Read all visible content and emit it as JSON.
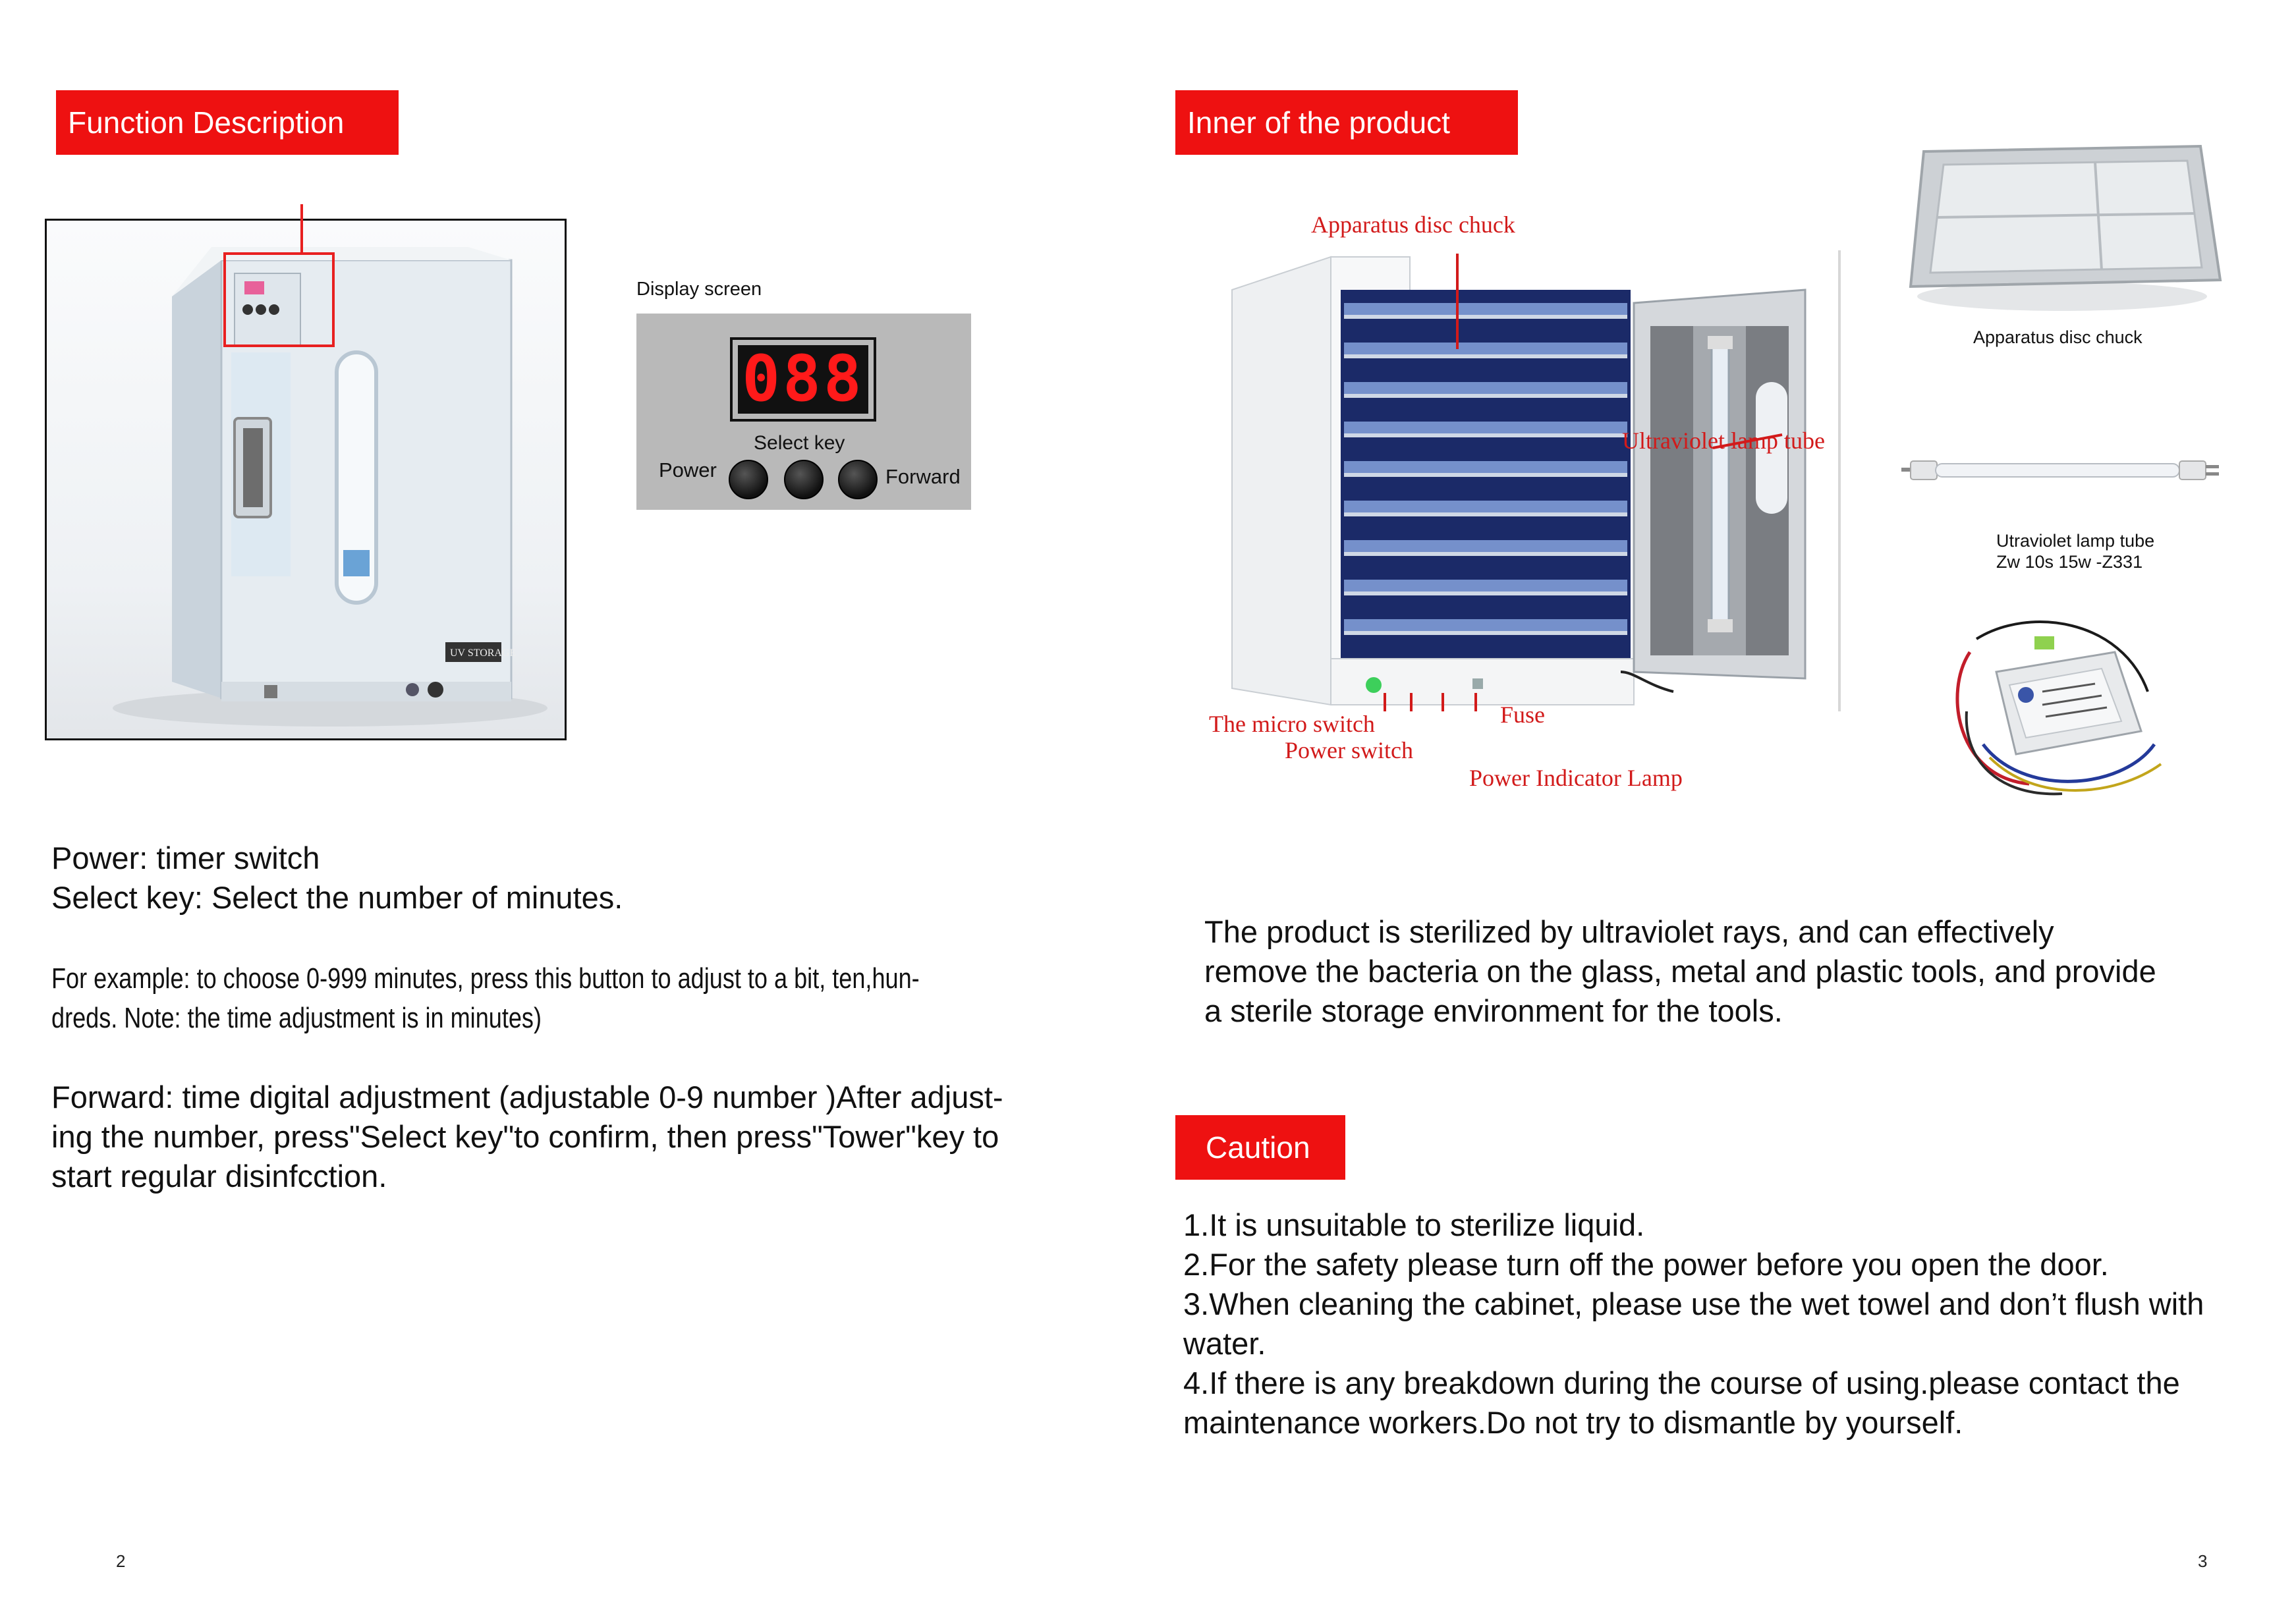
{
  "left_page": {
    "heading": "Function Description",
    "display_panel": {
      "caption": "Display screen",
      "digits": "088",
      "select_label": "Select key",
      "power_label": "Power",
      "forward_label": "Forward"
    },
    "cabinet_badge": "UV STORAGE",
    "lines": [
      "Power: timer switch",
      "Select key: Select the number of minutes."
    ],
    "example_lines": [
      "For example: to choose 0-999 minutes, press this button to adjust to a bit, ten,hun-",
      "dreds. Note: the time adjustment is in minutes)"
    ],
    "forward_lines": [
      "Forward: time digital adjustment (adjustable 0-9 number )After adjust-",
      "ing the number, press\"Select key\"to confirm, then press\"Tower\"key to",
      "start regular disinfcction."
    ],
    "page_number": "2"
  },
  "right_page": {
    "heading": "Inner of the product",
    "callouts": {
      "disc_chuck": "Apparatus disc chuck",
      "uv_lamp": "Ultraviolet lamp tube",
      "micro_switch": "The micro switch",
      "power_switch": "Power switch",
      "fuse": "Fuse",
      "indicator": "Power Indicator Lamp"
    },
    "parts": {
      "tray_caption": "Apparatus disc chuck",
      "lamp_caption_1": "Utraviolet lamp tube",
      "lamp_caption_2": "Zw 10s 15w -Z331"
    },
    "description_lines": [
      "The product is sterilized by ultraviolet rays, and can effectively",
      "remove the bacteria on the glass, metal and plastic tools, and provide",
      "a sterile storage environment for the tools."
    ],
    "caution_heading": "Caution",
    "caution_lines": [
      "1.It is unsuitable to sterilize liquid.",
      "2.For the safety please turn off the power before you open the door.",
      "3.When cleaning the cabinet, please use the wet towel and don’t flush with",
      "water.",
      "4.If there is any breakdown during the course of using.please contact the",
      "maintenance workers.Do not try to dismantle by yourself."
    ],
    "page_number": "3"
  },
  "colors": {
    "accent_red": "#ee1111",
    "callout_red": "#d21a1a",
    "panel_gray": "#b9b9b9",
    "digit_red": "#ff1a1a"
  }
}
